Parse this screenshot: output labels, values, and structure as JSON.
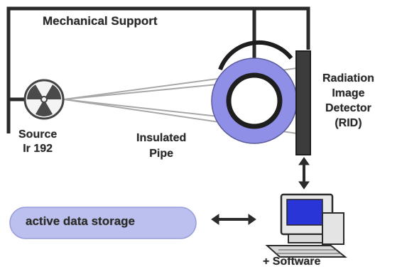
{
  "labels": {
    "mechanical_support": "Mechanical Support",
    "source_line1": "Source",
    "source_line2": "Ir 192",
    "insulated_line1": "Insulated",
    "insulated_line2": "Pipe",
    "rid_line1": "Radiation",
    "rid_line2": "Image",
    "rid_line3": "Detector",
    "rid_line4": "(RID)",
    "storage": "active data storage",
    "software": "+ Software"
  },
  "colors": {
    "pipe_insulation": "#8f8fe8",
    "storage_fill": "#bcc0ee",
    "screen": "#2a35d8",
    "frame": "#2b2b2b",
    "detector": "#3c3c3c"
  }
}
